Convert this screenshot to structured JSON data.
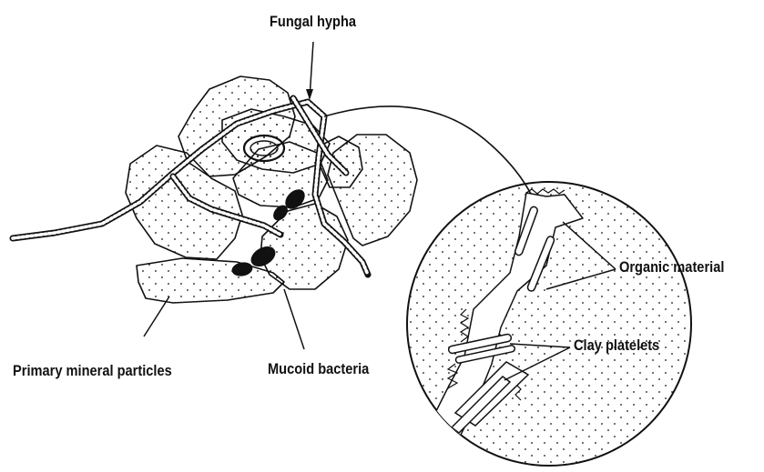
{
  "labels": {
    "fungal_hypha": "Fungal hypha",
    "organic_material": "Organic material",
    "clay_platelets": "Clay platelets",
    "primary_mineral_particles": "Primary mineral particles",
    "mucoid_bacteria": "Mucoid bacteria"
  },
  "colors": {
    "ink": "#111111",
    "background": "#ffffff"
  }
}
